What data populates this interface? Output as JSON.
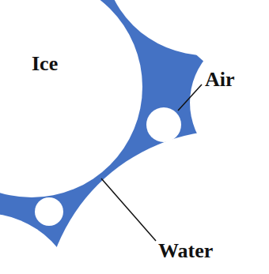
{
  "diagram": {
    "labels": [
      "Ice",
      "Air",
      "Water"
    ]
  }
}
